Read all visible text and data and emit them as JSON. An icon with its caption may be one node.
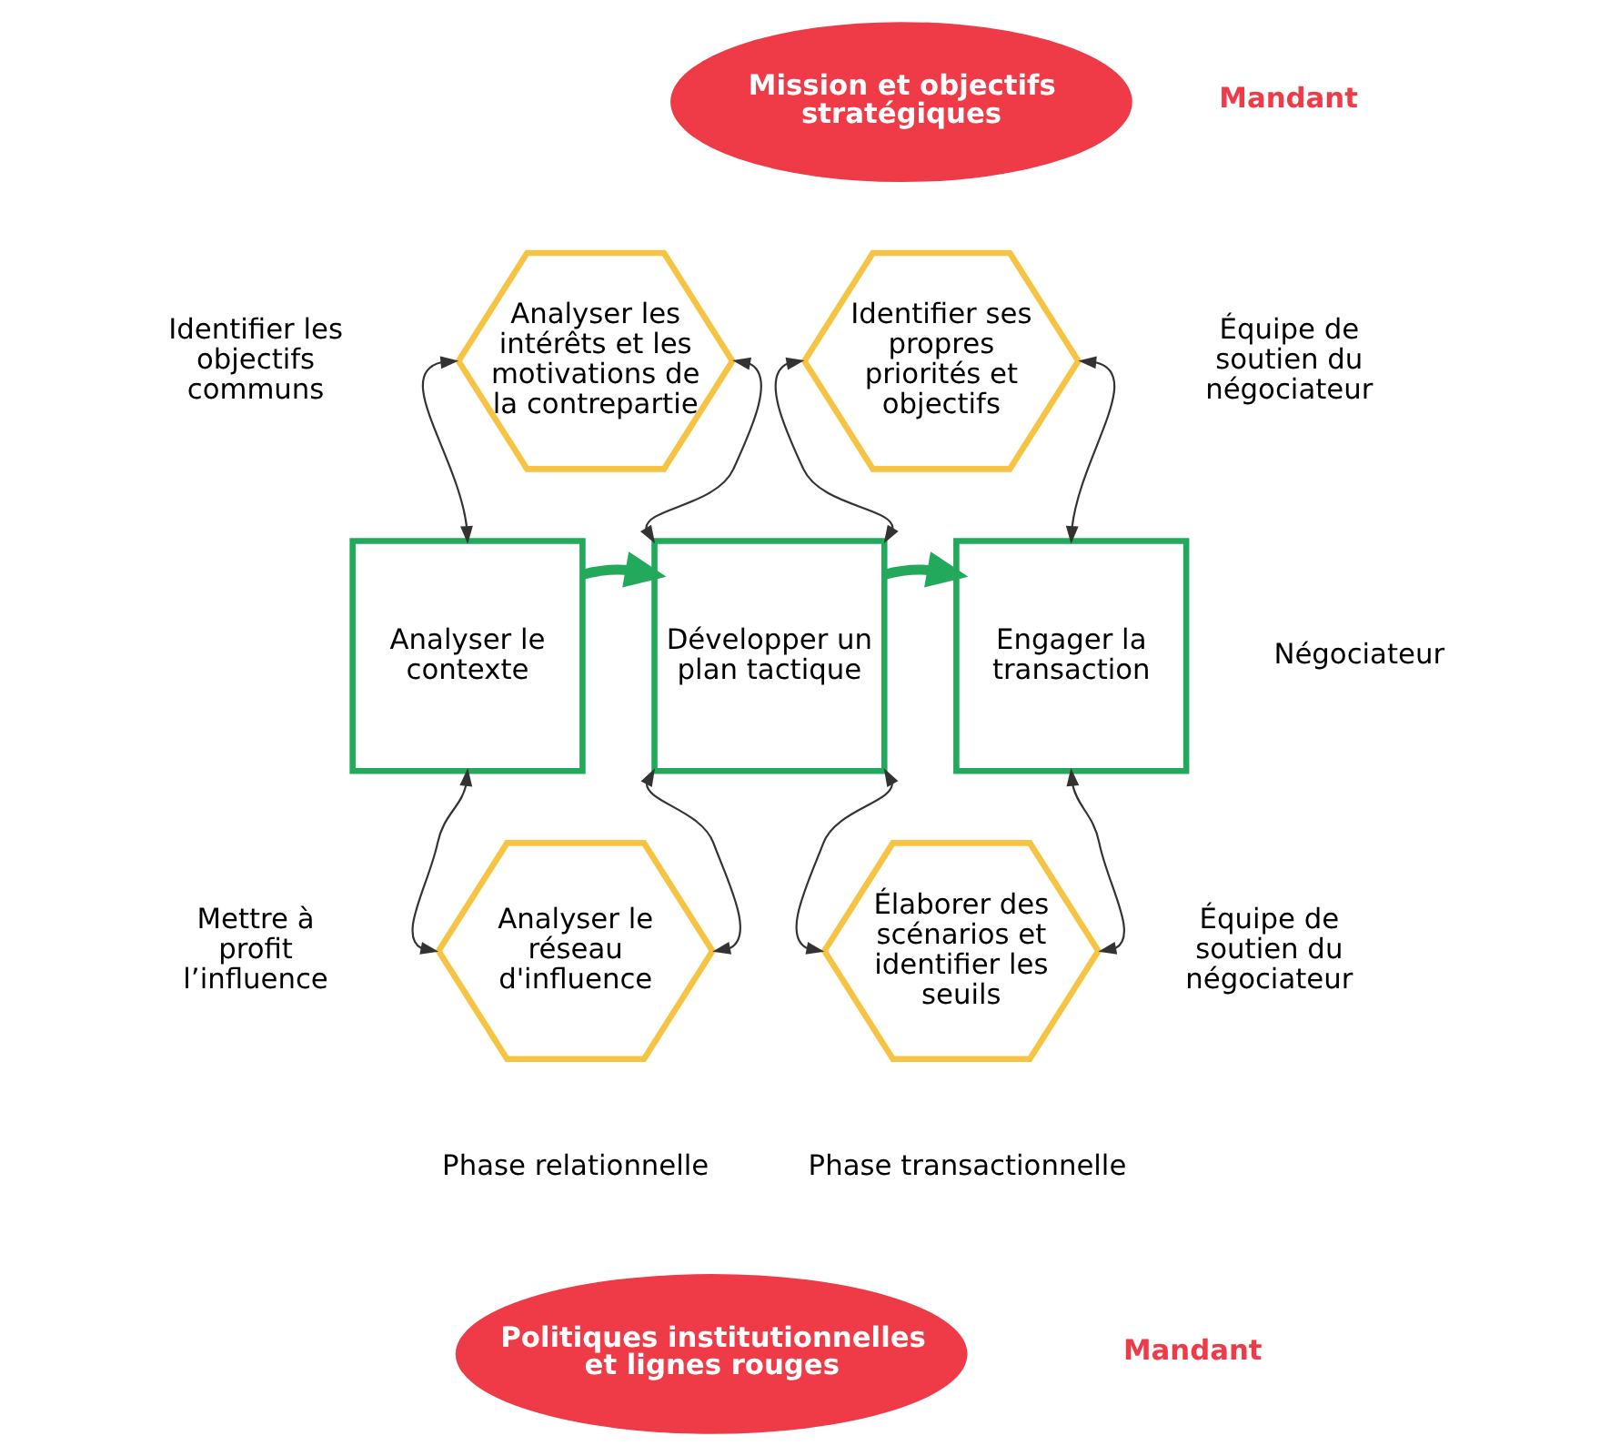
{
  "diagram": {
    "nodes": [
      {
        "text": [
          "Mission et objectifs stratégiques"
        ]
      },
      {
        "text": [
          "Analyser les intérêts et les motivations de la contrepartie"
        ]
      },
      {
        "text": [
          "Identifier ses propres priorités et objectifs"
        ]
      },
      {
        "text": [
          "Analyser le contexte"
        ]
      },
      {
        "text": [
          "Développer un plan tactique"
        ]
      },
      {
        "text": [
          "Engager la transaction"
        ]
      },
      {
        "text": [
          "Analyser le réseau d'influence"
        ]
      },
      {
        "text": [
          "Élaborer des scénarios et identifier les seuils"
        ]
      },
      {
        "text": [
          "Politiques institutionnelles et lignes rouges"
        ]
      }
    ],
    "edges": [
      {
        "from": 1,
        "to": 3,
        "arrow": "both"
      },
      {
        "from": 1,
        "to": 4,
        "arrow": "both"
      },
      {
        "from": 2,
        "to": 4,
        "arrow": "both"
      },
      {
        "from": 2,
        "to": 5,
        "arrow": "both"
      },
      {
        "from": 3,
        "to": 4,
        "arrow": "to",
        "style": "thick",
        "color": "#22a95b"
      },
      {
        "from": 4,
        "to": 5,
        "arrow": "to",
        "style": "thick",
        "color": "#22a95b"
      },
      {
        "from": 6,
        "to": 3,
        "arrow": "both"
      },
      {
        "from": 6,
        "to": 4,
        "arrow": "both"
      },
      {
        "from": 7,
        "to": 4,
        "arrow": "both"
      },
      {
        "from": 7,
        "to": 5,
        "arrow": "both"
      }
    ],
    "labels": [
      "Mandant",
      "Identifier les objectifs communs",
      "Équipe de soutien du négociateur",
      "Négociateur",
      "Mettre à profit l’influence",
      "Équipe de soutien du négociateur",
      "Phase relationnelle",
      "Phase transactionnelle",
      "Mandant"
    ]
  }
}
